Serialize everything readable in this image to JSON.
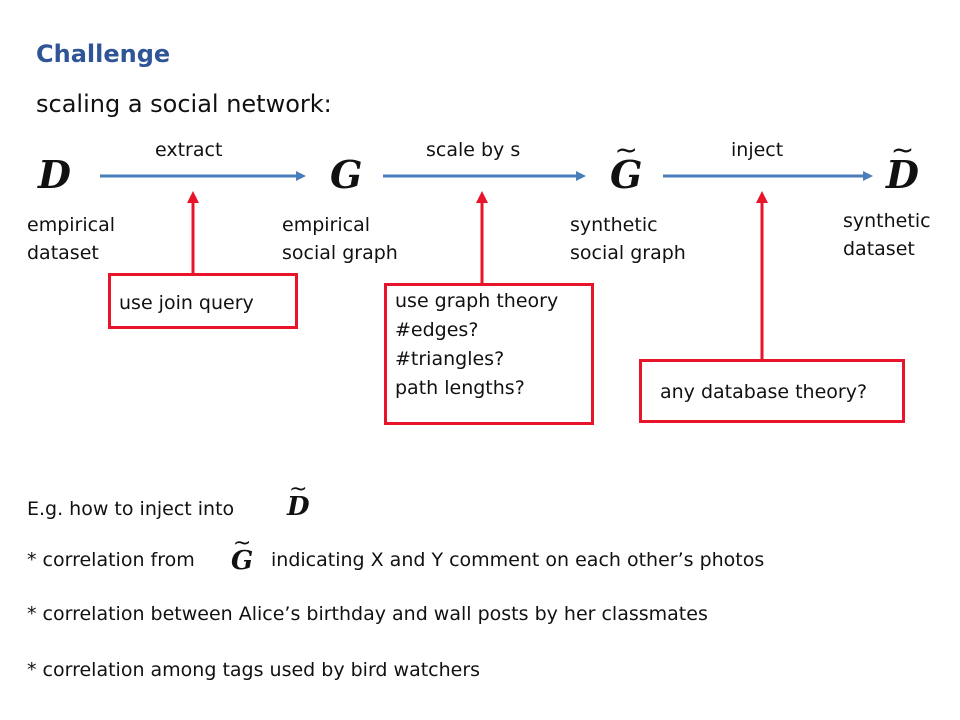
{
  "title": "Challenge",
  "subtitle": "scaling a social network:",
  "nodes": {
    "d": {
      "symbol": "D",
      "tilde": "",
      "label_line1": "empirical",
      "label_line2": "dataset"
    },
    "g": {
      "symbol": "G",
      "tilde": "",
      "label_line1": "empirical",
      "label_line2": "social graph"
    },
    "g_tilde": {
      "symbol": "G",
      "tilde": "~",
      "label_line1": "synthetic",
      "label_line2": "social graph"
    },
    "d_tilde": {
      "symbol": "D",
      "tilde": "~",
      "label_line1": "synthetic",
      "label_line2": "dataset"
    }
  },
  "edges": {
    "extract": "extract",
    "scale": "scale by s",
    "inject": "inject"
  },
  "boxes": {
    "join": "use join query",
    "graph_line1": "use graph theory",
    "graph_line2": "#edges?",
    "graph_line3": "#triangles?",
    "graph_line4": "path lengths?",
    "db": "any database theory?"
  },
  "bottom": {
    "eg": "E.g.  how to inject into",
    "corr1_prefix": "* correlation from",
    "corr1_suffix": "indicating  X  and Y comment on each other’s photos",
    "corr2": "* correlation between Alice’s birthday and wall posts by her classmates",
    "corr3": "* correlation among tags used by bird watchers"
  },
  "colors": {
    "title": "#2f5597",
    "arrow_blue": "#4a7ebb",
    "arrow_red": "#e8152a"
  }
}
